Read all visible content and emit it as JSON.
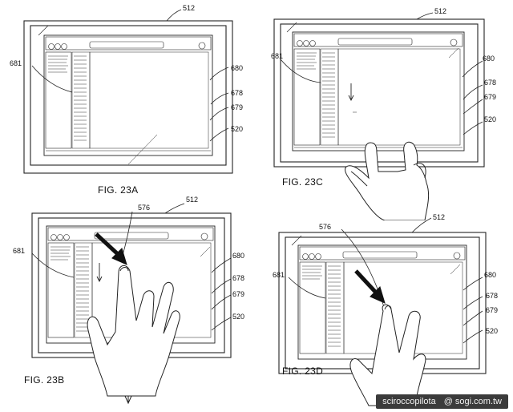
{
  "panels": [
    {
      "id": "a",
      "figure_label": "FIG. 23A",
      "refs": {
        "device": "512",
        "list": "681",
        "content": "680",
        "r678": "678",
        "r679": "679",
        "r520": "520"
      },
      "hand": "none"
    },
    {
      "id": "c",
      "figure_label": "FIG. 23C",
      "refs": {
        "device": "512",
        "list": "681",
        "content": "680",
        "r678": "678",
        "r679": "679",
        "r520": "520"
      },
      "hand": "two-finger-below"
    },
    {
      "id": "b",
      "figure_label": "FIG. 23B",
      "refs": {
        "device": "512",
        "list": "681",
        "content": "680",
        "r678": "678",
        "r679": "679",
        "r520": "520",
        "gesture": "576"
      },
      "hand": "open-hand"
    },
    {
      "id": "d",
      "figure_label": "FIG. 23D",
      "refs": {
        "device": "512",
        "list": "681",
        "content": "680",
        "r678": "678",
        "r679": "679",
        "r520": "520",
        "gesture": "576"
      },
      "hand": "two-finger-over"
    }
  ],
  "watermark": {
    "author": "sciroccopilota",
    "site": "@ sogi.com.tw"
  },
  "colors": {
    "line": "#222222",
    "watermark_bg": "#3b3b3b"
  }
}
